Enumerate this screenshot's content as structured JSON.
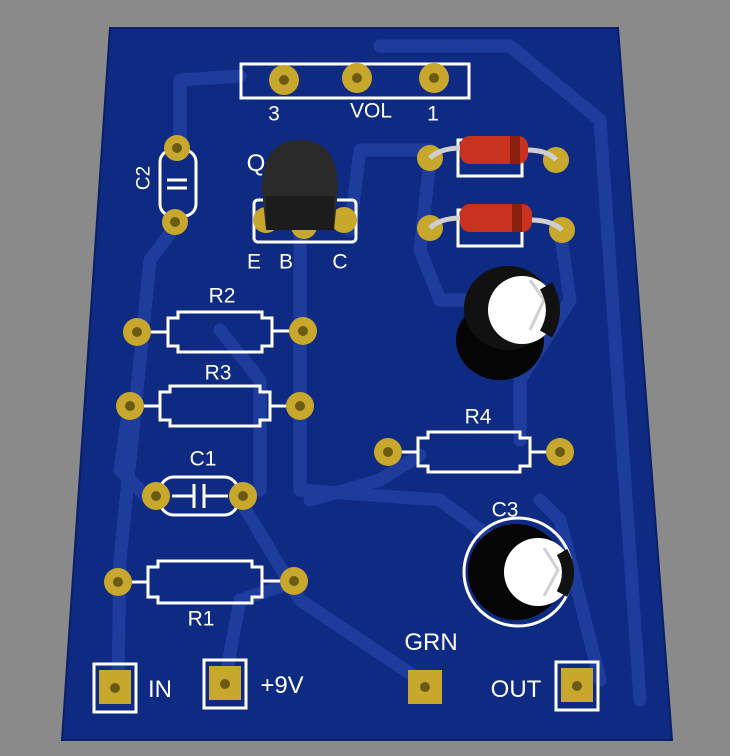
{
  "board": {
    "colors": {
      "background": "#8a8a8a",
      "board": "#0e2a82",
      "trace": "#1d3c9c",
      "silkscreen": "#ffffff",
      "pad_gold": "#c8a82c",
      "transistor": "#2a2a2a",
      "diode_body": "#c8321e",
      "cap_body": "#111111"
    },
    "connector_vol": {
      "label": "VOL",
      "pin_left": "3",
      "pin_right": "1"
    },
    "components": {
      "c2": "C2",
      "transistor_letter": "Q",
      "emitter": "E",
      "base": "B",
      "collector": "C",
      "r2": "R2",
      "r3": "R3",
      "r4": "R4",
      "c1": "C1",
      "c3": "C3",
      "r1": "R1"
    },
    "terminals": {
      "in": "IN",
      "plus9v": "+9V",
      "grn": "GRN",
      "out": "OUT"
    }
  }
}
